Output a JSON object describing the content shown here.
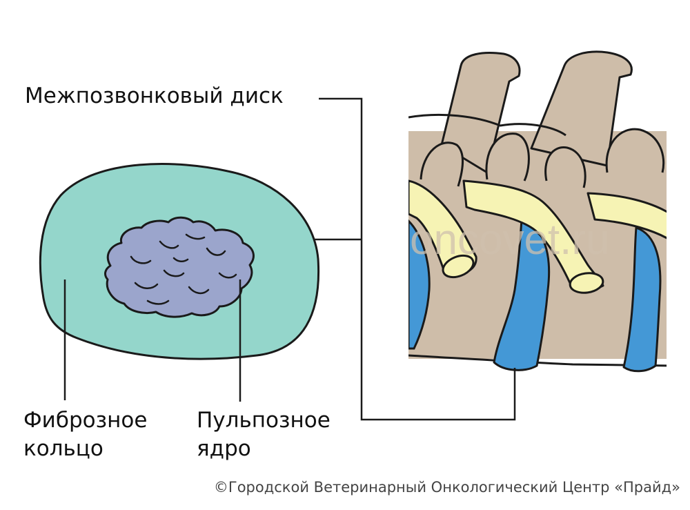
{
  "labels": {
    "disc": "Межпозвонковый диск",
    "annulus_line1": "Фиброзное",
    "annulus_line2": "кольцо",
    "nucleus_line1": "Пульпозное",
    "nucleus_line2": "ядро"
  },
  "watermark": "oncovet.ru",
  "copyright": "©Городской Ветеринарный Онкологический Центр «Прайд»",
  "colors": {
    "annulus": "#94d6cb",
    "nucleus": "#9ba5cc",
    "bone": "#cebda9",
    "nerve": "#f6f3b4",
    "disc": "#4498d6",
    "outline": "#1a1a1a"
  }
}
